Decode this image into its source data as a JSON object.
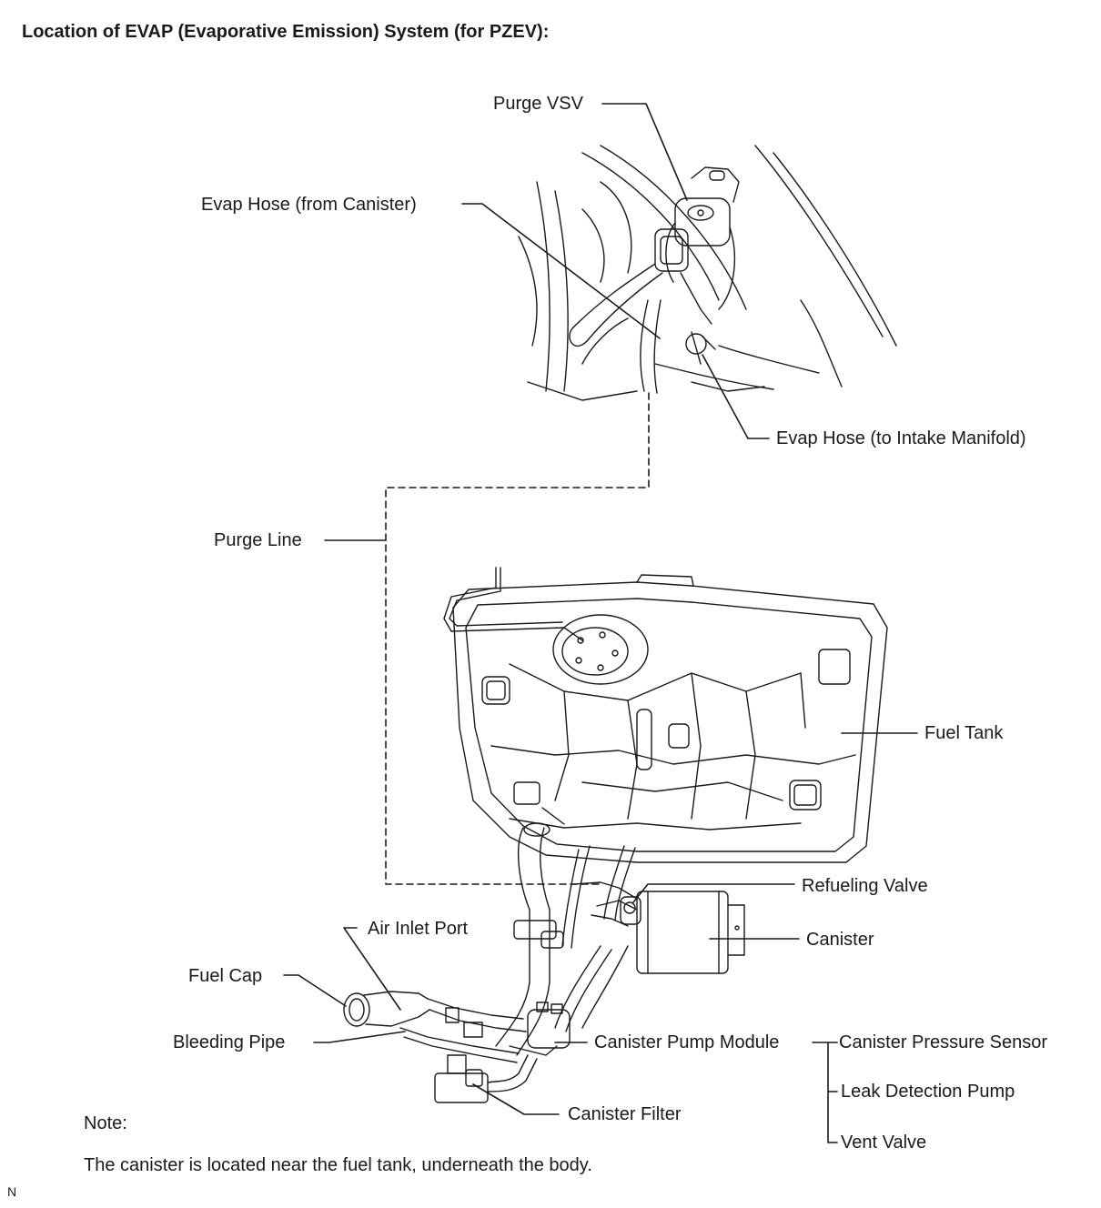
{
  "title": "Location of EVAP (Evaporative Emission) System (for PZEV):",
  "labels": {
    "purge_vsv": "Purge VSV",
    "evap_hose_from_canister": "Evap Hose (from Canister)",
    "evap_hose_to_intake": "Evap Hose (to Intake Manifold)",
    "purge_line": "Purge Line",
    "fuel_tank": "Fuel Tank",
    "refueling_valve": "Refueling Valve",
    "air_inlet_port": "Air Inlet Port",
    "canister": "Canister",
    "fuel_cap": "Fuel Cap",
    "bleeding_pipe": "Bleeding Pipe",
    "canister_pump_module": "Canister Pump Module",
    "canister_pressure_sensor": "Canister Pressure Sensor",
    "leak_detection_pump": "Leak Detection Pump",
    "vent_valve": "Vent Valve",
    "canister_filter": "Canister Filter"
  },
  "note": {
    "heading": "Note:",
    "text": "The canister is located near the fuel tank, underneath the body."
  },
  "corner_mark": "N",
  "colors": {
    "line": "#1a1a1a",
    "background": "#ffffff"
  }
}
